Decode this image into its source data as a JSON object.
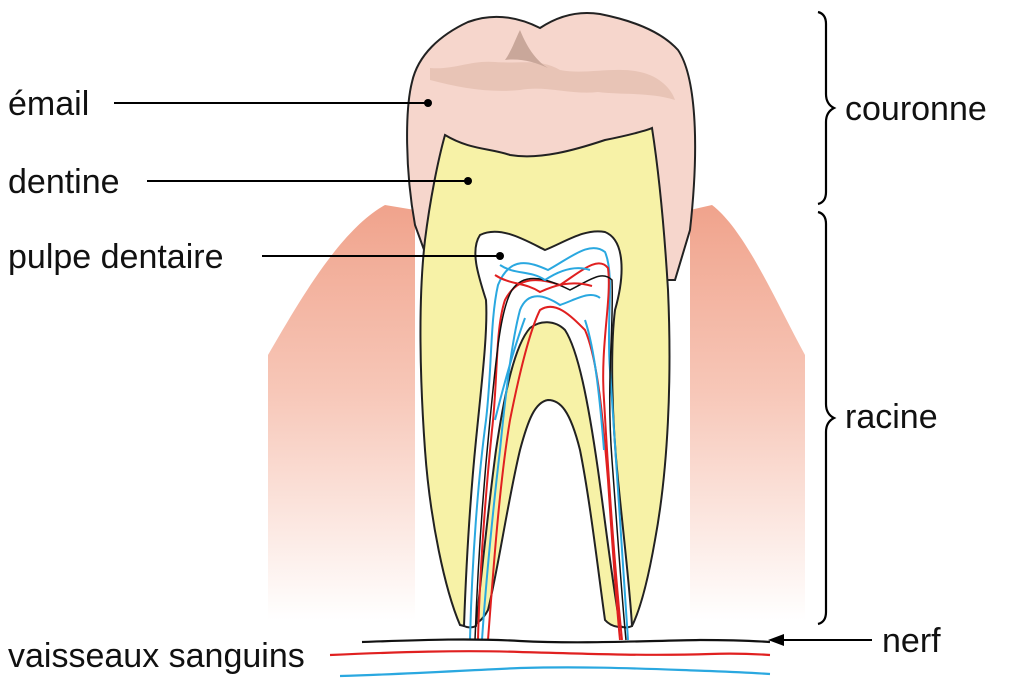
{
  "labels": {
    "email": "émail",
    "dentine": "dentine",
    "pulpe": "pulpe dentaire",
    "vaisseaux": "vaisseaux sanguins",
    "couronne": "couronne",
    "racine": "racine",
    "nerf": "nerf"
  },
  "colors": {
    "enamel": "#f6d6cc",
    "dentine": "#f7f2a7",
    "gum_top": "#f0a38c",
    "gum_bottom": "#ffffff",
    "pulp": "#ffffff",
    "artery": "#e02020",
    "vein": "#2aa8e0",
    "nerve": "#111111"
  }
}
